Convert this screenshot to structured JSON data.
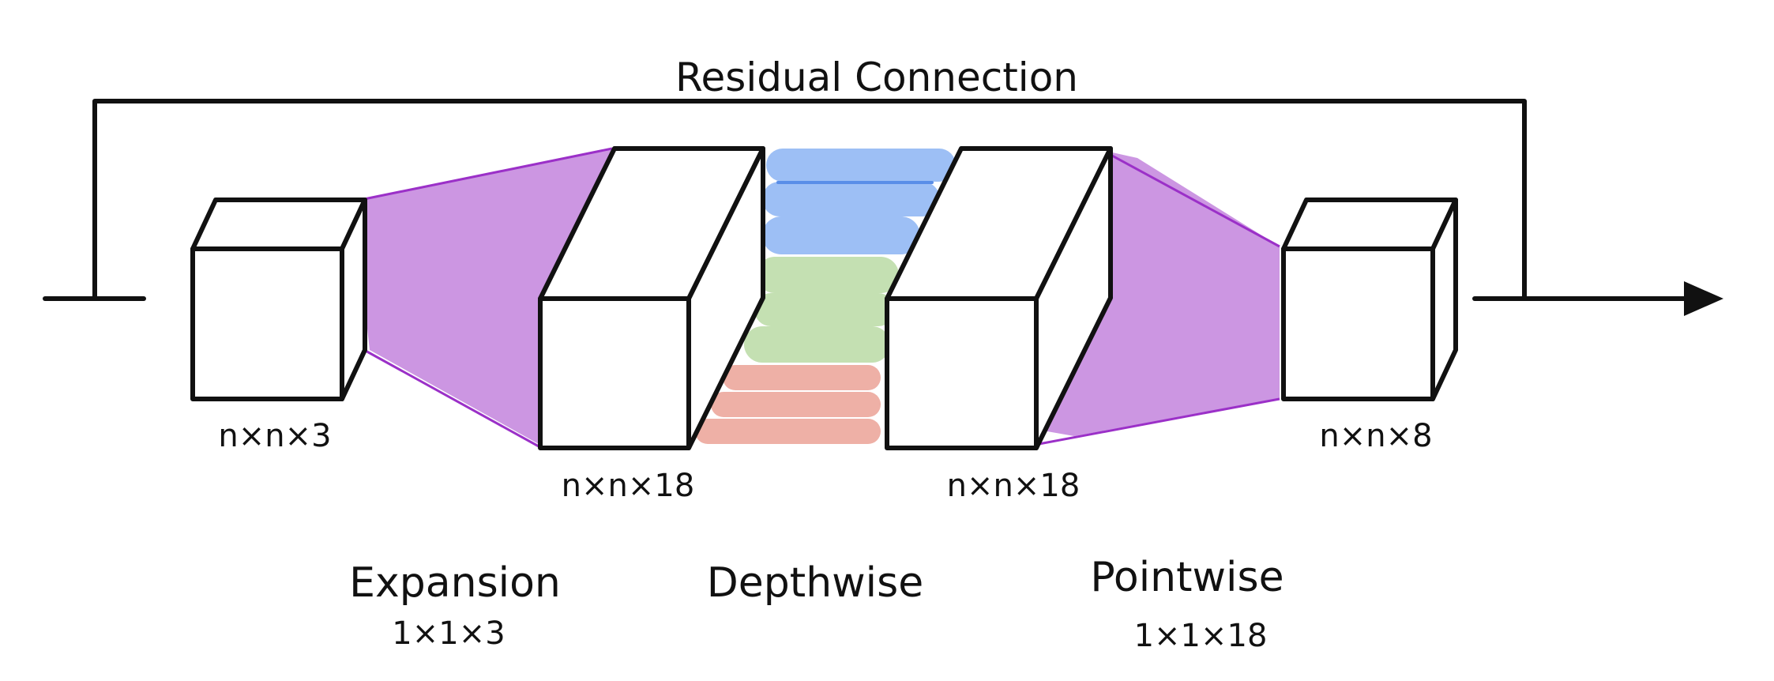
{
  "residual": {
    "label": "Residual Connection"
  },
  "tensors": [
    {
      "label": "n×n×3"
    },
    {
      "label": "n×n×18"
    },
    {
      "label": "n×n×18"
    },
    {
      "label": "n×n×8"
    }
  ],
  "stages": {
    "expansion": {
      "name": "Expansion",
      "kernel": "1×1×3"
    },
    "depthwise": {
      "name": "Depthwise"
    },
    "pointwise": {
      "name": "Pointwise",
      "kernel": "1×1×18"
    }
  },
  "colors": {
    "purple": "#cc96e2",
    "purple_edge": "#9b30c8",
    "blue": "#9dbff5",
    "blue_line": "#5a8ee8",
    "green": "#c4e0b2",
    "red": "#eeb0a6"
  }
}
